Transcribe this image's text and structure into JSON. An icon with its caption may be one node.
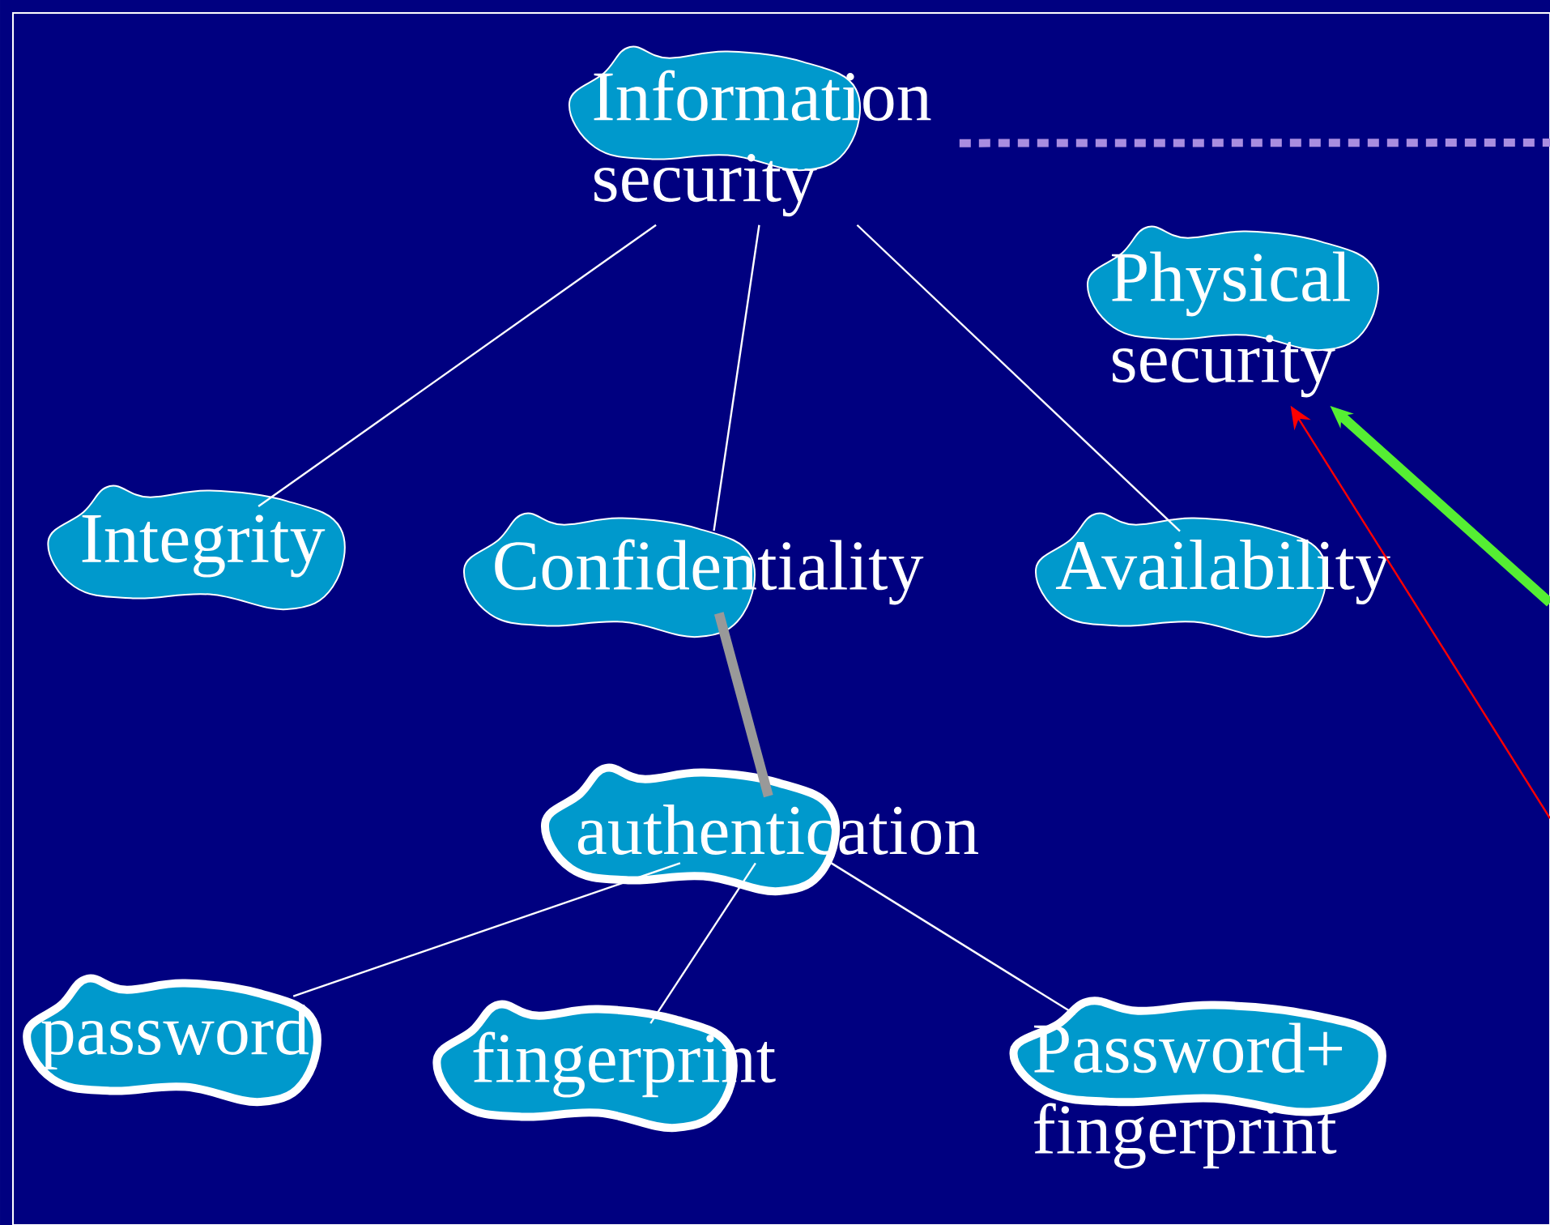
{
  "diagram": {
    "nodes": [
      {
        "text": [
          "Information security"
        ]
      },
      {
        "text": [
          "Physical security"
        ]
      },
      {
        "text": [
          "Integrity"
        ]
      },
      {
        "text": [
          "Confidentiality"
        ]
      },
      {
        "text": [
          "Availability"
        ]
      },
      {
        "text": [
          "authentication"
        ]
      },
      {
        "text": [
          "password"
        ]
      },
      {
        "text": [
          "fingerprint"
        ]
      },
      {
        "text": [
          "Password+ fingerprint"
        ]
      }
    ],
    "edges": [
      {
        "from": 0,
        "to": 2,
        "arrow": "none"
      },
      {
        "from": 0,
        "to": 3,
        "arrow": "none"
      },
      {
        "from": 0,
        "to": 4,
        "arrow": "none"
      },
      {
        "from": 0,
        "to": null,
        "arrow": "none",
        "style": "dashed",
        "color": "#a98de0"
      },
      {
        "from": null,
        "to": 1,
        "arrow": "to",
        "style": "thick",
        "color": "#55ee33"
      },
      {
        "from": null,
        "to": 1,
        "arrow": "to",
        "color": "#ff0000"
      },
      {
        "from": 3,
        "to": 5,
        "arrow": "none",
        "style": "thick",
        "color": "#999999"
      },
      {
        "from": 5,
        "to": 6,
        "arrow": "none"
      },
      {
        "from": 5,
        "to": 7,
        "arrow": "none"
      },
      {
        "from": 5,
        "to": 8,
        "arrow": "none"
      }
    ]
  }
}
